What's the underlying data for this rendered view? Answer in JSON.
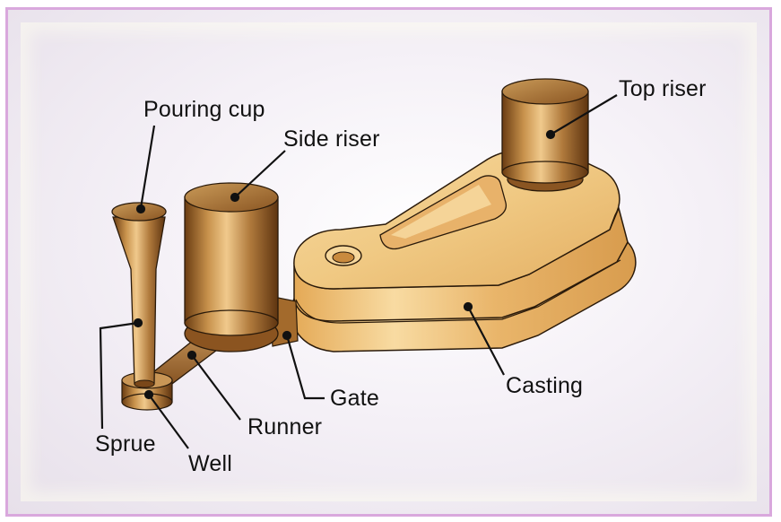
{
  "labels": {
    "pouring_cup": "Pouring cup",
    "side_riser": "Side riser",
    "top_riser": "Top riser",
    "sprue": "Sprue",
    "well": "Well",
    "runner": "Runner",
    "gate": "Gate",
    "casting": "Casting"
  },
  "colors": {
    "frame_border": "#d9a8dd",
    "casting_light": "#f3cf8e",
    "casting_mid": "#e6b063",
    "bronze_dark": "#6e3f14",
    "bronze_mid": "#b07a3c",
    "bronze_light": "#d9aa6a"
  }
}
